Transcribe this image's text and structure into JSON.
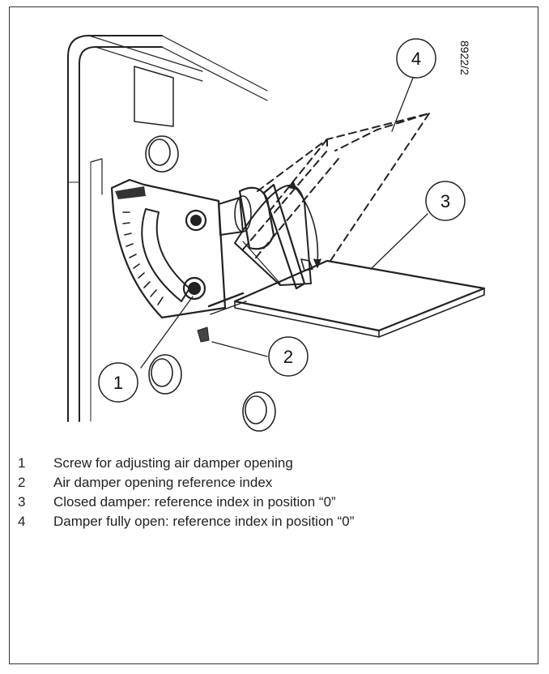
{
  "drawing_code": "8922/2",
  "callouts": [
    "1",
    "2",
    "3",
    "4"
  ],
  "legend": [
    {
      "num": "1",
      "text": "Screw for adjusting air damper opening"
    },
    {
      "num": "2",
      "text": "Air damper opening reference index"
    },
    {
      "num": "3",
      "text": "Closed damper: reference index in position “0”"
    },
    {
      "num": "4",
      "text": "Damper fully open: reference index in position “0”"
    }
  ]
}
